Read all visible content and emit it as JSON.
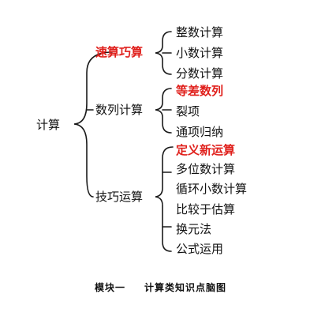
{
  "mindmap": {
    "root": "计算",
    "topics": [
      {
        "label": "速算巧算",
        "highlight": true,
        "children": [
          {
            "label": "整数计算",
            "highlight": false
          },
          {
            "label": "小数计算",
            "highlight": false
          },
          {
            "label": "分数计算",
            "highlight": false
          }
        ]
      },
      {
        "label": "数列计算",
        "highlight": false,
        "children": [
          {
            "label": "等差数列",
            "highlight": true
          },
          {
            "label": "裂项",
            "highlight": false
          },
          {
            "label": "通项归纳",
            "highlight": false
          }
        ]
      },
      {
        "label": "技巧运算",
        "highlight": false,
        "children": [
          {
            "label": "定义新运算",
            "highlight": true
          },
          {
            "label": "多位数计算",
            "highlight": false
          },
          {
            "label": "循环小数计算",
            "highlight": false
          },
          {
            "label": "比较于估算",
            "highlight": false
          },
          {
            "label": "换元法",
            "highlight": false
          },
          {
            "label": "公式运用",
            "highlight": false
          }
        ]
      }
    ]
  },
  "caption": {
    "module": "模块一",
    "title": "计算类知识点脑图"
  }
}
